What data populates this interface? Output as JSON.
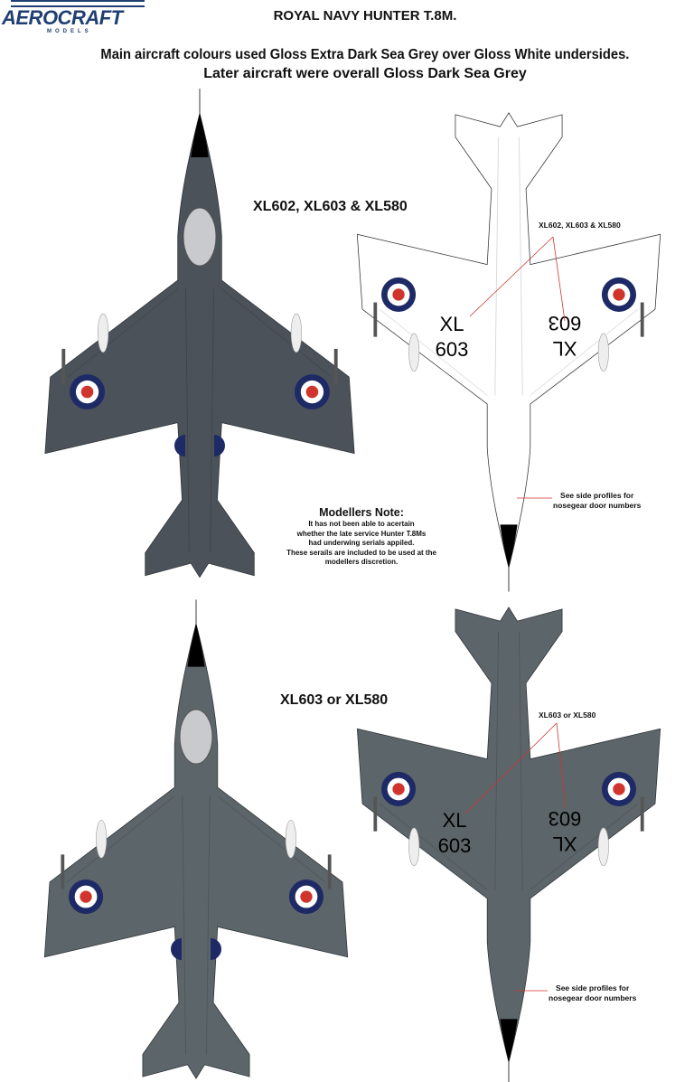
{
  "logo": {
    "name": "AEROCRAFT",
    "sub": "MODELS"
  },
  "header": {
    "title": "ROYAL NAVY HUNTER T.8M.",
    "subtitle_1": "Main aircraft colours used Gloss Extra Dark Sea Grey over Gloss White undersides.",
    "subtitle_2": "Later aircraft were overall Gloss Dark Sea Grey"
  },
  "scheme_1": {
    "label": "XL602, XL603 & XL580",
    "callout": "XL602, XL603 & XL580",
    "wing_serial_left": [
      "XL",
      "603"
    ],
    "wing_serial_right": [
      "XL",
      "603"
    ],
    "nose_note": [
      "See side profiles for",
      "nosegear door numbers"
    ]
  },
  "note": {
    "heading": "Modellers Note:",
    "lines": [
      "It has not been able to acertain",
      "whether the late service Hunter T.8Ms",
      "had underwing serials appiled.",
      "These serails are included to be used at the",
      "modellers discretion."
    ]
  },
  "scheme_2": {
    "label": "XL603 or XL580",
    "callout": "XL603 or XL580",
    "wing_serial_left": [
      "XL",
      "603"
    ],
    "wing_serial_right": [
      "XL",
      "603"
    ],
    "nose_note": [
      "See side profiles for",
      "nosegear door numbers"
    ]
  },
  "colors": {
    "extra_dark_sea_grey": "#4b5259",
    "dark_sea_grey": "#5c6569",
    "white": "#ffffff",
    "roundel_blue": "#1e2a66",
    "roundel_red": "#d0342c",
    "brand": "#1f3f73"
  }
}
